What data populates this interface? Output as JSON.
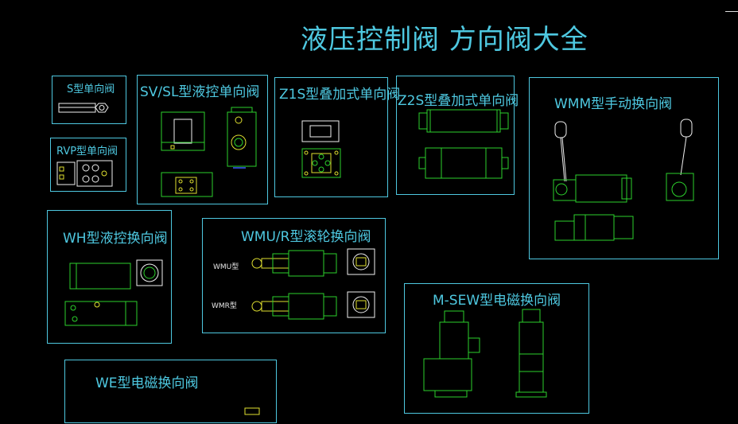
{
  "title": "液压控制阀 方向阀大全",
  "panels": {
    "s_check": "S型单向阀",
    "rvp_check": "RVP型单向阀",
    "sv_sl": "SV/SL型液控单向阀",
    "z1s": "Z1S型叠加式单向阀",
    "z2s": "Z2S型叠加式单向阀",
    "wmm": "WMM型手动换向阀",
    "wh": "WH型液控换向阀",
    "wmu_r": "WMU/R型滚轮换向阀",
    "m_sew": "M-SEW型电磁换向阀",
    "we": "WE型电磁换向阀"
  },
  "wmu_r_labels": {
    "wmu": "WMU型",
    "wmr": "WMR型"
  },
  "colors": {
    "frame": "#4ec8e0",
    "drawing": "#2cd12c",
    "highlight": "#e0e030",
    "background": "#000000"
  }
}
